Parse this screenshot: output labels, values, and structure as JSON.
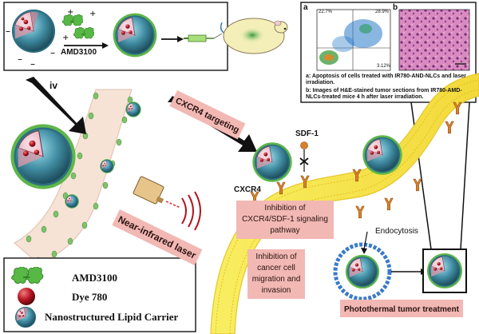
{
  "labels": {
    "amd3100_top": "AMD3100",
    "iv": "iv",
    "cxcr4_targeting": "CXCR4 targeting",
    "sdf1": "SDF-1",
    "cxcr4": "CXCR4",
    "nir_laser": "Near-infrared laser",
    "inhibition_pathway": "Inhibition of CXCR4/SDF-1 signaling pathway",
    "inhibition_migration": "Inhibition of cancer cell migration and invasion",
    "endocytosis": "Endocytosis",
    "photothermal": "Photothermal tumor treatment",
    "inset_a": "a",
    "inset_b": "b",
    "quad_ul": "22.7%",
    "quad_ur": "28.9%",
    "quad_lr": "3.12%",
    "caption_a": "a: Apoptosis of cells treated with IR780-AND-NLCs and laser irradiation.",
    "caption_b": "b: Images of H&E-stained tumor sections from IR780-AMD-NLCs-treated mice 4 h after laser irradiation."
  },
  "legend": {
    "items": [
      {
        "label": "AMD3100",
        "icon": "amd3100-molecule-icon"
      },
      {
        "label": "Dye 780",
        "icon": "dye-sphere-icon"
      },
      {
        "label": "Nanostructured Lipid Carrier",
        "icon": "nlc-particle-icon"
      }
    ]
  },
  "colors": {
    "pink_box": "#f2b8b4",
    "membrane": "#f7e94a",
    "receptor": "#d9822b",
    "vessel": "#f6e3d6",
    "nlc_shell": "#3f8aa0",
    "dye": "#b3121f",
    "amd_green": "#4caf3a"
  }
}
